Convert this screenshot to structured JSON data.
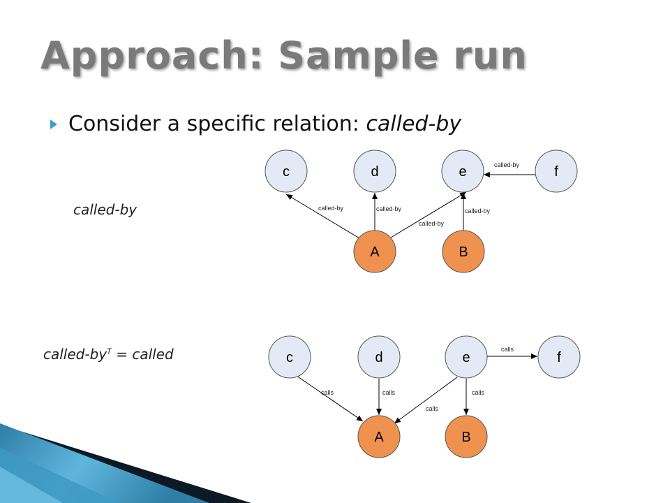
{
  "title": "Approach: Sample run",
  "bullet": {
    "prefix": "Consider a specific relation: ",
    "emphasis": "called-by"
  },
  "diagram1": {
    "label": "called-by",
    "nodes": {
      "c": "c",
      "d": "d",
      "e": "e",
      "f": "f",
      "A": "A",
      "B": "B"
    },
    "edges": {
      "f_e": "called-by",
      "A_c": "called-by",
      "A_d": "called-by",
      "A_e": "called-by",
      "B_e": "called-by"
    }
  },
  "diagram2": {
    "label_base": "called-by",
    "label_sup": "T",
    "label_tail": " = called",
    "nodes": {
      "c": "c",
      "d": "d",
      "e": "e",
      "f": "f",
      "A": "A",
      "B": "B"
    },
    "edges": {
      "e_f": "calls",
      "c_A": "calls",
      "d_A": "calls",
      "e_A": "calls",
      "e_B": "calls"
    }
  },
  "colors": {
    "node_fill": "#e4eaf5",
    "node_highlight": "#f0924f",
    "bullet": "#3aa0c8",
    "title": "#7a7a7a"
  }
}
